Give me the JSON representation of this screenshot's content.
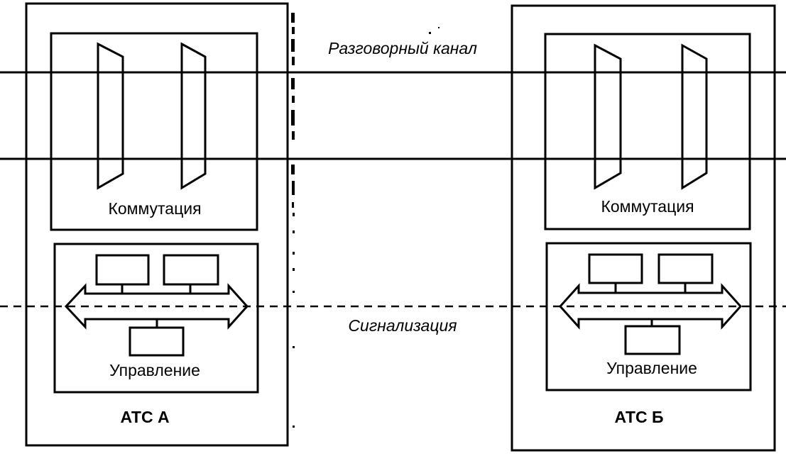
{
  "channels": {
    "voice": "Разговорный канал",
    "signaling": "Сигнализация"
  },
  "exchange_a": {
    "name": "АТС А",
    "switching_label": "Коммутация",
    "control_label": "Управление"
  },
  "exchange_b": {
    "name": "АТС Б",
    "switching_label": "Коммутация",
    "control_label": "Управление"
  }
}
